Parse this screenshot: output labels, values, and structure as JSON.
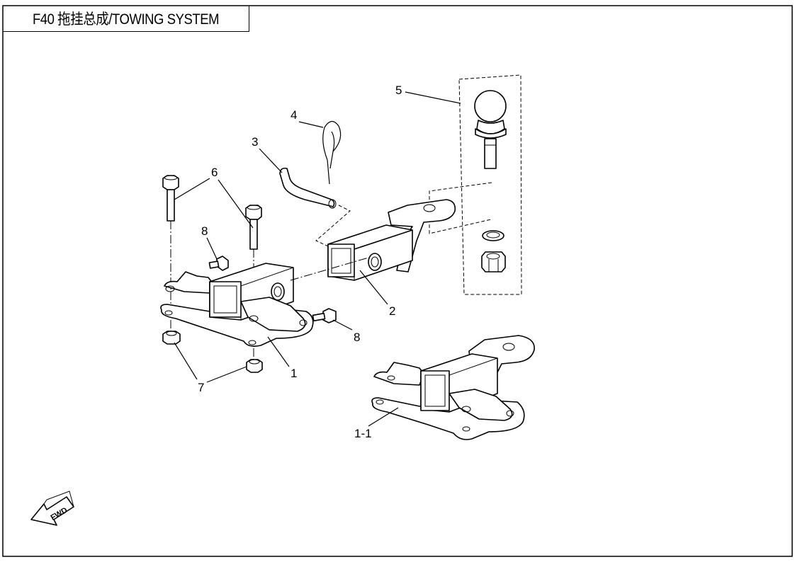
{
  "title": "F40 拖挂总成/TOWING SYSTEM",
  "callouts": {
    "c1": "1",
    "c1_1": "1-1",
    "c2": "2",
    "c3": "3",
    "c4": "4",
    "c5": "5",
    "c6": "6",
    "c7": "7",
    "c8a": "8",
    "c8b": "8"
  },
  "fwd_label": "FWD"
}
